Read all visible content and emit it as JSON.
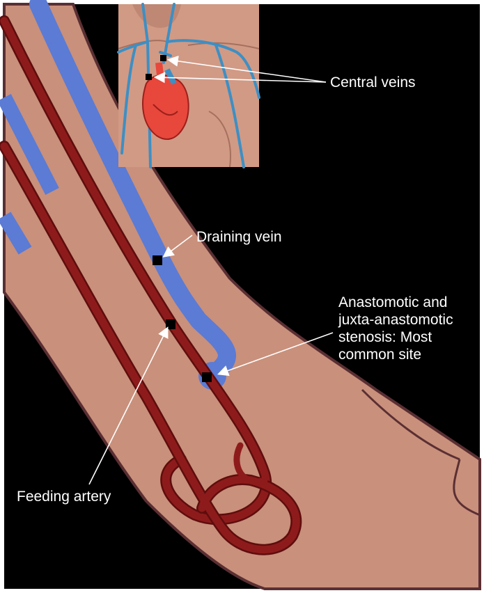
{
  "labels": {
    "central_veins": "Central veins",
    "draining_vein": "Draining vein",
    "feeding_artery": "Feeding artery",
    "anastomotic_lines": [
      "Anastomotic and",
      "juxta-anastomotic",
      "stenosis: Most",
      "common site"
    ]
  },
  "colors": {
    "background": "#000000",
    "skin": "#c9907b",
    "skin_outline": "#5a2f33",
    "vein": "#5b7bd5",
    "artery": "#8e1b1b",
    "artery_outline": "#5e0d0d",
    "heart": "#e8473c",
    "central_vein": "#3d8fc4",
    "callout": "#ffffff",
    "marker": "#000000"
  }
}
